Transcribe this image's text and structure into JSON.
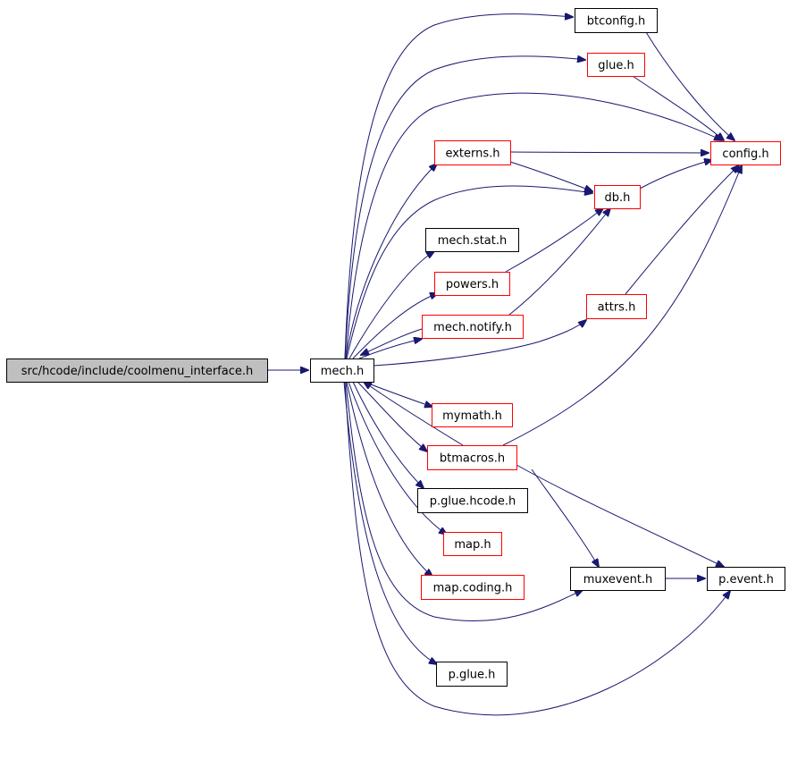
{
  "graph": {
    "kind": "include-dependency-graph",
    "nodes": [
      {
        "id": "root",
        "label": "src/hcode/include/coolmenu_interface.h",
        "style": "current"
      },
      {
        "id": "mech",
        "label": "mech.h",
        "style": "plain"
      },
      {
        "id": "btconfig",
        "label": "btconfig.h",
        "style": "plain"
      },
      {
        "id": "glue",
        "label": "glue.h",
        "style": "linked"
      },
      {
        "id": "config",
        "label": "config.h",
        "style": "linked"
      },
      {
        "id": "externs",
        "label": "externs.h",
        "style": "linked"
      },
      {
        "id": "db",
        "label": "db.h",
        "style": "linked"
      },
      {
        "id": "mechstat",
        "label": "mech.stat.h",
        "style": "plain"
      },
      {
        "id": "powers",
        "label": "powers.h",
        "style": "linked"
      },
      {
        "id": "mechnotify",
        "label": "mech.notify.h",
        "style": "linked"
      },
      {
        "id": "attrs",
        "label": "attrs.h",
        "style": "linked"
      },
      {
        "id": "mymath",
        "label": "mymath.h",
        "style": "linked"
      },
      {
        "id": "btmacros",
        "label": "btmacros.h",
        "style": "linked"
      },
      {
        "id": "pgluehcode",
        "label": "p.glue.hcode.h",
        "style": "plain"
      },
      {
        "id": "map",
        "label": "map.h",
        "style": "linked"
      },
      {
        "id": "mapcoding",
        "label": "map.coding.h",
        "style": "linked"
      },
      {
        "id": "muxevent",
        "label": "muxevent.h",
        "style": "plain"
      },
      {
        "id": "pevent",
        "label": "p.event.h",
        "style": "plain"
      },
      {
        "id": "pglue",
        "label": "p.glue.h",
        "style": "plain"
      }
    ],
    "edges": [
      {
        "from": "root",
        "to": "mech"
      },
      {
        "from": "mech",
        "to": "btconfig"
      },
      {
        "from": "mech",
        "to": "glue"
      },
      {
        "from": "mech",
        "to": "config"
      },
      {
        "from": "mech",
        "to": "externs"
      },
      {
        "from": "mech",
        "to": "db"
      },
      {
        "from": "mech",
        "to": "mechstat"
      },
      {
        "from": "mech",
        "to": "powers"
      },
      {
        "from": "mech",
        "to": "mechnotify"
      },
      {
        "from": "mech",
        "to": "attrs"
      },
      {
        "from": "mech",
        "to": "mymath"
      },
      {
        "from": "mech",
        "to": "btmacros"
      },
      {
        "from": "mech",
        "to": "pgluehcode"
      },
      {
        "from": "mech",
        "to": "map"
      },
      {
        "from": "mech",
        "to": "mapcoding"
      },
      {
        "from": "mech",
        "to": "muxevent"
      },
      {
        "from": "mech",
        "to": "pevent"
      },
      {
        "from": "mech",
        "to": "pglue"
      },
      {
        "from": "btconfig",
        "to": "config"
      },
      {
        "from": "glue",
        "to": "config"
      },
      {
        "from": "externs",
        "to": "config"
      },
      {
        "from": "externs",
        "to": "db"
      },
      {
        "from": "db",
        "to": "config"
      },
      {
        "from": "powers",
        "to": "db"
      },
      {
        "from": "mechnotify",
        "to": "db"
      },
      {
        "from": "mechnotify",
        "to": "mech"
      },
      {
        "from": "attrs",
        "to": "config"
      },
      {
        "from": "btmacros",
        "to": "mech"
      },
      {
        "from": "btmacros",
        "to": "config"
      },
      {
        "from": "btmacros",
        "to": "muxevent"
      },
      {
        "from": "btmacros",
        "to": "pevent"
      },
      {
        "from": "muxevent",
        "to": "pevent"
      }
    ],
    "colors": {
      "edge": "#191970",
      "plain_border": "#000000",
      "linked_border": "#ff0000",
      "current_fill": "#bfbfbf",
      "current_border": "#000000",
      "background": "#ffffff"
    }
  }
}
